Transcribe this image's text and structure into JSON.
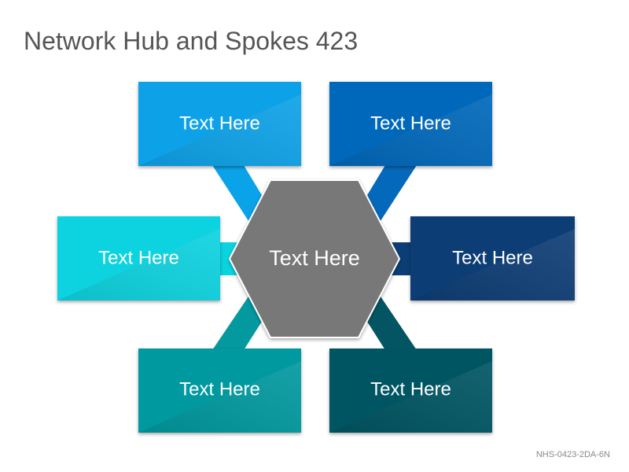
{
  "title": "Network Hub and Spokes 423",
  "footer_code": "NHS-0423-2DA-6N",
  "hub": {
    "label": "Text Here",
    "color": "#787878"
  },
  "nodes": [
    {
      "id": "top-left",
      "label": "Text Here",
      "color": "#0aa2e8"
    },
    {
      "id": "top-right",
      "label": "Text Here",
      "color": "#0468bb"
    },
    {
      "id": "middle-left",
      "label": "Text Here",
      "color": "#0ad3e0"
    },
    {
      "id": "middle-right",
      "label": "Text Here",
      "color": "#0a3e74"
    },
    {
      "id": "bottom-left",
      "label": "Text Here",
      "color": "#04999f"
    },
    {
      "id": "bottom-right",
      "label": "Text Here",
      "color": "#045563"
    }
  ]
}
